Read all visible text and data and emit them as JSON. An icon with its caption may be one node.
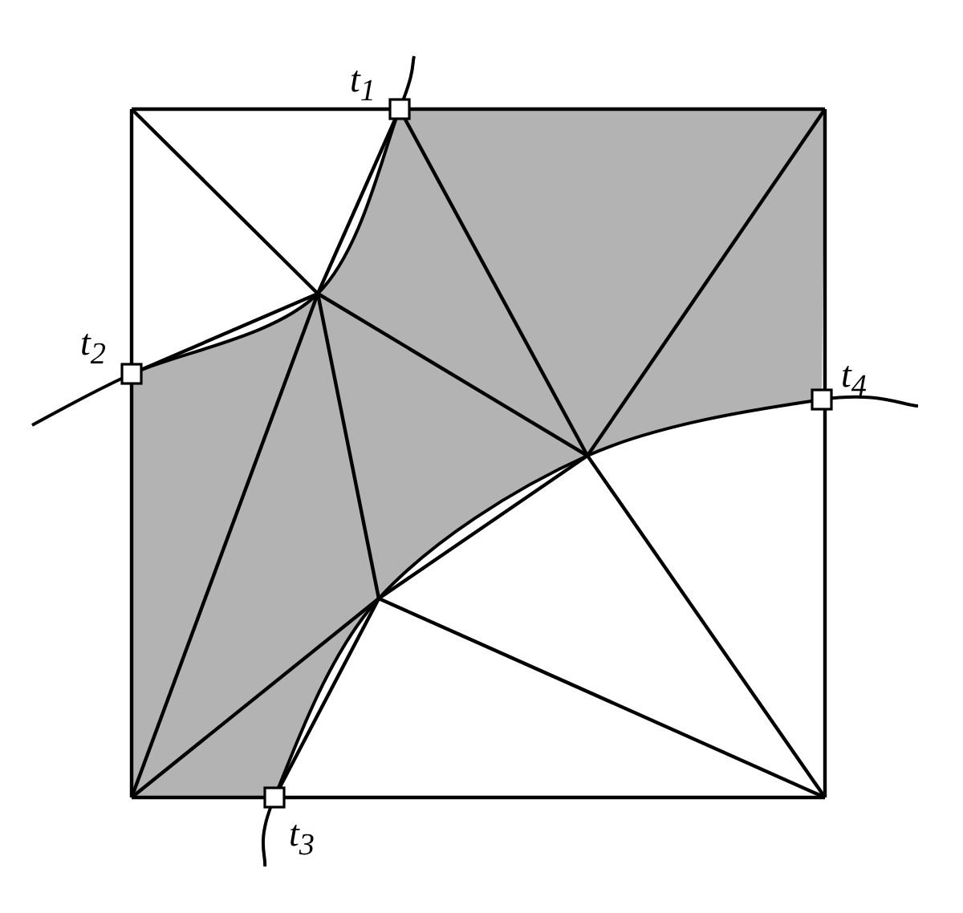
{
  "diagram": {
    "labels": [
      "t$_{1}$",
      "t$_{2}$",
      "t$_{4}$",
      "t$_{3}$"
    ]
  }
}
